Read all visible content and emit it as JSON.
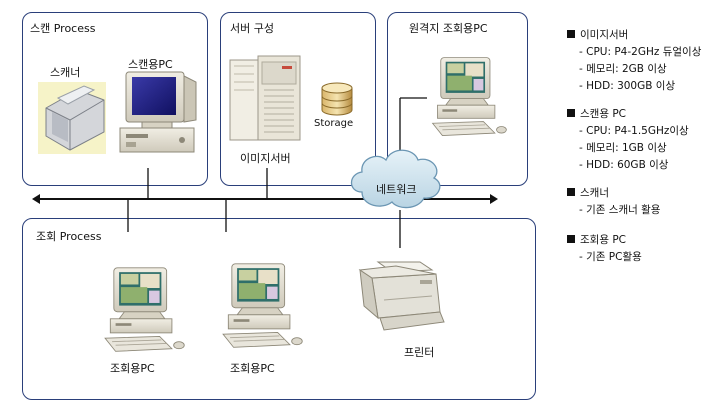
{
  "sections": {
    "scan": {
      "title": "스캔 Process",
      "scanner_label": "스캐너",
      "pc_label": "스캔용PC"
    },
    "server": {
      "title": "서버 구성",
      "storage_label": "Storage",
      "server_label": "이미지서버"
    },
    "remote": {
      "title": "원격지 조회용PC"
    },
    "network": {
      "label": "네트워크"
    },
    "query": {
      "title": "조회 Process",
      "pc1_label": "조회용PC",
      "pc2_label": "조회용PC",
      "printer_label": "프린터"
    }
  },
  "specs": [
    {
      "title": "이미지서버",
      "items": [
        "- CPU: P4-2GHz 듀얼이상",
        "- 메모리: 2GB 이상",
        "- HDD: 300GB 이상"
      ]
    },
    {
      "title": "스캔용 PC",
      "items": [
        "- CPU: P4-1.5GHz이상",
        "- 메모리: 1GB 이상",
        "- HDD: 60GB 이상"
      ]
    },
    {
      "title": "스캐너",
      "items": [
        "- 기존 스캐너 활용"
      ]
    },
    {
      "title": "조회용 PC",
      "items": [
        "- 기존 PC활용"
      ]
    }
  ]
}
